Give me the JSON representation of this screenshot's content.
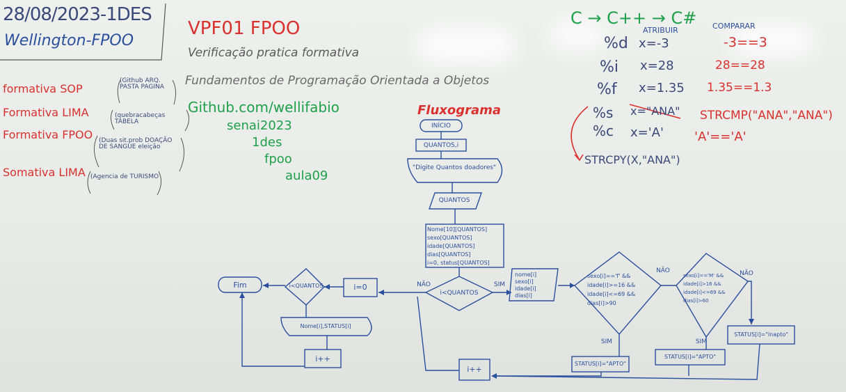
{
  "header": {
    "date_line": "28/08/2023-1DES",
    "teacher_line": "Wellington-FPOO"
  },
  "left_list": {
    "items": [
      {
        "label": "formativa SOP",
        "detail": "(Github ARQ. PASTA PAGINA"
      },
      {
        "label": "Formativa LIMA",
        "detail": "(quebracabeças TABELA"
      },
      {
        "label": "Formativa FPOO",
        "detail": "(Duas sit.prob DOAÇÃO DE SANGUE eleição"
      },
      {
        "label": "Somativa LIMA",
        "detail": "(Agencia de TURISMO"
      }
    ]
  },
  "title": {
    "code": "VPF01 FPOO",
    "line1": "Verificação pratica formativa",
    "line2": "Fundamentos de Programação Orientada a Objetos"
  },
  "github": {
    "url": "Github.com/wellifabio",
    "lines": [
      "senai2023",
      "1des",
      "fpoo",
      "aula09"
    ]
  },
  "right_notes": {
    "lang_chain": "C → C++ → C#",
    "col_atribuir": "ATRIBUIR",
    "col_comparar": "COMPARAR",
    "rows": [
      {
        "fmt": "%d",
        "assign": "x=-3",
        "compare": "-3==3"
      },
      {
        "fmt": "%i",
        "assign": "x=28",
        "compare": "28==28"
      },
      {
        "fmt": "%f",
        "assign": "x=1.35",
        "compare": "1.35==1.3"
      },
      {
        "fmt": "%s",
        "assign": "x=\"ANA\"",
        "compare": "STRCMP(\"ANA\",\"ANA\")"
      },
      {
        "fmt": "%c",
        "assign": "x='A'",
        "compare": "'A'=='A'"
      }
    ],
    "strcpy": "STRCPY(X,\"ANA\")"
  },
  "flowchart": {
    "title": "Fluxograma",
    "inicio": "INÍCIO",
    "decl": "QUANTOS,i",
    "out1": "\"Digite Quantos doadores\"",
    "in1": "QUANTOS",
    "decl2": [
      "Nome[10][QUANTOS]",
      "sexo[QUANTOS]",
      "idade[QUANTOS]",
      "dias[QUANTOS]",
      "i=0, status[QUANTOS]"
    ],
    "cond1": "i<QUANTOS",
    "sim": "SIM",
    "nao": "NÃO",
    "input2": [
      "nome[i]",
      "sexo[i]",
      "idade[i]",
      "dias[i]"
    ],
    "cond2": [
      "sexo[i]=='f' &&",
      "idade[i]>=16 &&",
      "idade[i]<=69 &&",
      "dias[i]>90"
    ],
    "cond3": [
      "sexo[i]=='M' &&",
      "idade[i]>16 &&",
      "idade[i]<=69 &&",
      "dias[i]>60"
    ],
    "status_apto1": "STATUS[i]=\"APTO\"",
    "status_apto2": "STATUS[i]=\"APTO\"",
    "status_inapto": "STATUS[i]=\"inapto\"",
    "inc": "i++",
    "reset": "i=0",
    "cond4": "i<QUANTOS",
    "output_final": "Nome[i],STATUS[i]",
    "inc2": "i++",
    "fim": "Fim"
  }
}
